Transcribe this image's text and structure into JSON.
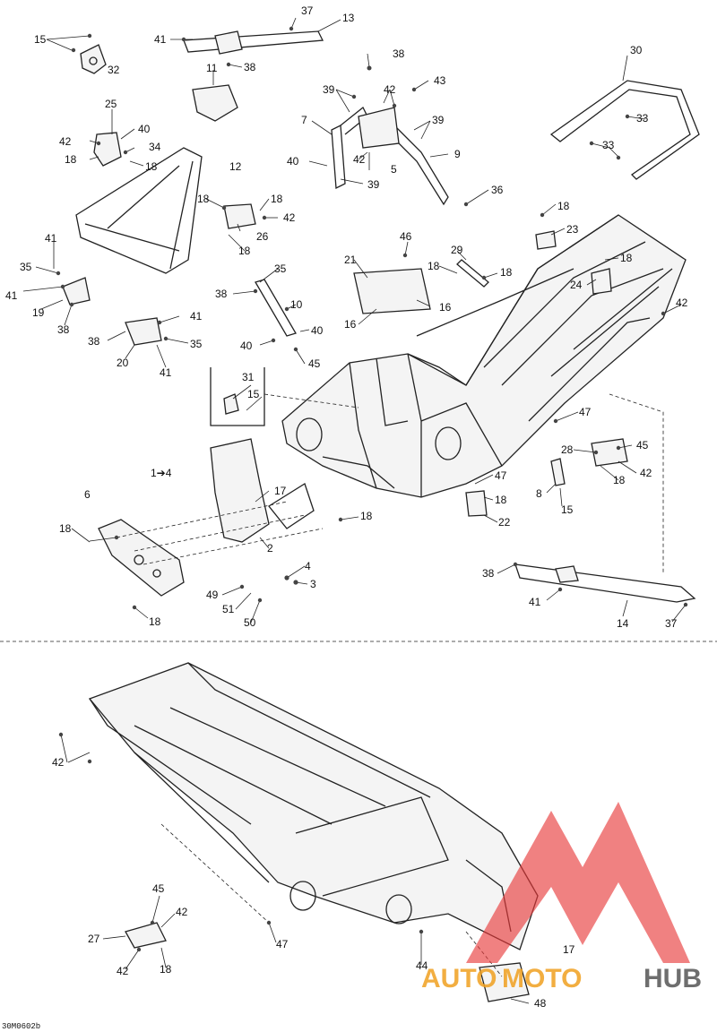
{
  "diagram": {
    "figure_code": "30M0602b",
    "group_note": "1➔4",
    "callouts": [
      "1➔4",
      "2",
      "3",
      "4",
      "5",
      "6",
      "7",
      "8",
      "9",
      "10",
      "11",
      "12",
      "13",
      "14",
      "15",
      "16",
      "17",
      "18",
      "19",
      "20",
      "21",
      "22",
      "23",
      "24",
      "25",
      "26",
      "27",
      "28",
      "29",
      "30",
      "31",
      "32",
      "33",
      "34",
      "35",
      "36",
      "37",
      "38",
      "39",
      "40",
      "41",
      "42",
      "43",
      "44",
      "45",
      "46",
      "47",
      "48",
      "49",
      "50",
      "51"
    ]
  },
  "watermark": {
    "brand_auto": "AUTO",
    "brand_moto": "MOTO",
    "brand_hub": "HUB",
    "colors": {
      "accent": "#e83a3a",
      "auto_moto": "#f0a020",
      "hub": "#555555"
    }
  }
}
